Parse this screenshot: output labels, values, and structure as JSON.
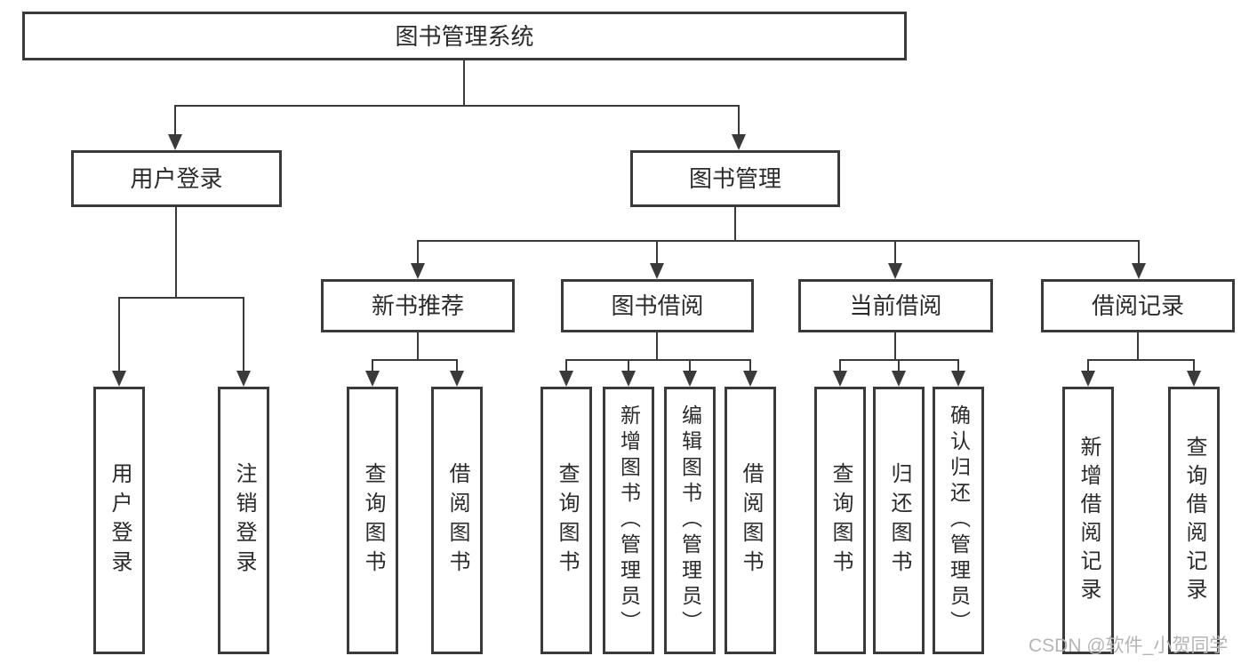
{
  "tree": {
    "root": {
      "label": "图书管理系统"
    },
    "branches": [
      {
        "label": "用户登录",
        "children": [
          {
            "label": "用户登录"
          },
          {
            "label": "注销登录"
          }
        ]
      },
      {
        "label": "图书管理",
        "sections": [
          {
            "label": "新书推荐",
            "children": [
              {
                "label": "查询图书"
              },
              {
                "label": "借阅图书"
              }
            ]
          },
          {
            "label": "图书借阅",
            "children": [
              {
                "label": "查询图书"
              },
              {
                "label": "新增图书（管理员）"
              },
              {
                "label": "编辑图书（管理员）"
              },
              {
                "label": "借阅图书"
              }
            ]
          },
          {
            "label": "当前借阅",
            "children": [
              {
                "label": "查询图书"
              },
              {
                "label": "归还图书"
              },
              {
                "label": "确认归还（管理员）"
              }
            ]
          },
          {
            "label": "借阅记录",
            "children": [
              {
                "label": "新增借阅记录"
              },
              {
                "label": "查询借阅记录"
              }
            ]
          }
        ]
      }
    ]
  },
  "watermark": {
    "text": "CSDN @软件_小贺同学"
  },
  "colors": {
    "line": "#3a3a3a",
    "text": "#2b2b2e",
    "watermark": "#b5b5b5",
    "background": "#ffffff"
  }
}
